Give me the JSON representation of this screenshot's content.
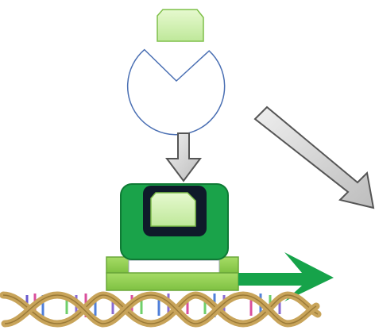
{
  "diagram": {
    "type": "biology-schematic",
    "elements": [
      "ligand-molecule",
      "receptor-protein-empty",
      "binding-arrow",
      "protein-ligand-complex",
      "dna-binding-platform",
      "dna-double-helix",
      "transcription-arrow",
      "outgoing-gray-arrow"
    ],
    "colors": {
      "ligand_fill": "#c9f0a8",
      "ligand_stroke": "#7fbf4a",
      "receptor_fill": "#ffffff",
      "receptor_stroke": "#4a6fb3",
      "gray_arrow_fill": "#d9d9d9",
      "gray_arrow_stroke": "#555555",
      "complex_green": "#1aa34a",
      "complex_green_dark": "#0f7a35",
      "dark_frame": "#0f1a2a",
      "platform_green": "#8fd14f",
      "platform_stroke": "#6aa83a",
      "dna_strand_gold": "#c8a45a",
      "dna_strand_dark": "#9a7a38",
      "transcription_arrow": "#16a34a"
    }
  }
}
